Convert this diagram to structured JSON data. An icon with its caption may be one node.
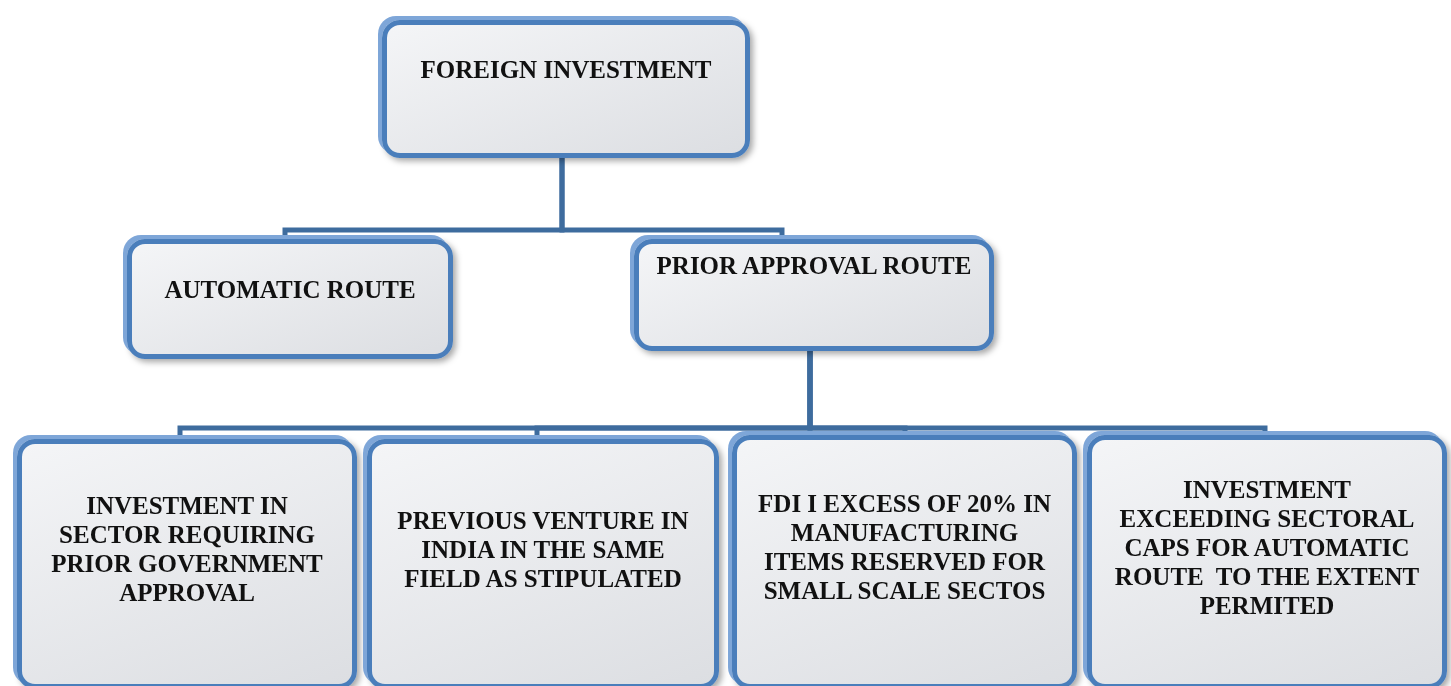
{
  "diagram": {
    "nodes": [
      {
        "text": [
          "FOREIGN INVESTMENT"
        ]
      },
      {
        "text": [
          "AUTOMATIC ROUTE"
        ]
      },
      {
        "text": [
          "PRIOR APPROVAL ROUTE"
        ]
      },
      {
        "text": [
          "INVESTMENT IN SECTOR REQUIRING PRIOR GOVERNMENT APPROVAL"
        ]
      },
      {
        "text": [
          "PREVIOUS VENTURE IN INDIA IN THE SAME FIELD AS STIPULATED"
        ]
      },
      {
        "text": [
          "FDI I EXCESS OF 20% IN MANUFACTURING ITEMS RESERVED FOR SMALL SCALE SECTOS"
        ]
      },
      {
        "text": [
          "INVESTMENT EXCEEDING SECTORAL CAPS FOR AUTOMATIC ROUTE  TO THE EXTENT PERMITED"
        ]
      }
    ],
    "edges": [
      {
        "from": 0,
        "to": 1,
        "arrow": "none"
      },
      {
        "from": 0,
        "to": 2,
        "arrow": "none"
      },
      {
        "from": 2,
        "to": 3,
        "arrow": "none"
      },
      {
        "from": 2,
        "to": 4,
        "arrow": "none"
      },
      {
        "from": 2,
        "to": 5,
        "arrow": "none"
      },
      {
        "from": 2,
        "to": 6,
        "arrow": "none"
      }
    ]
  }
}
